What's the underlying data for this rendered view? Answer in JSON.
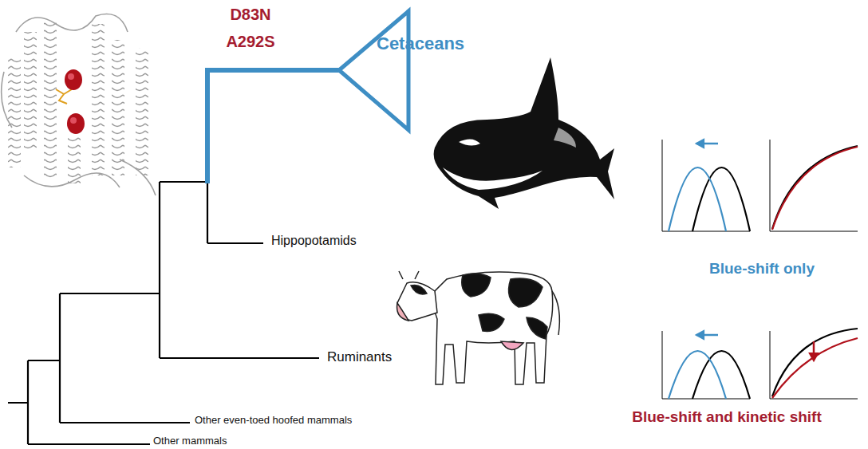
{
  "diagram": {
    "labels": [
      "D83N",
      "A292S",
      "Cetaceans",
      "Hippopotamids",
      "Ruminants",
      "Other even-toed hoofed mammals",
      "Other mammals",
      "Blue-shift only",
      "Blue-shift and kinetic shift"
    ]
  }
}
